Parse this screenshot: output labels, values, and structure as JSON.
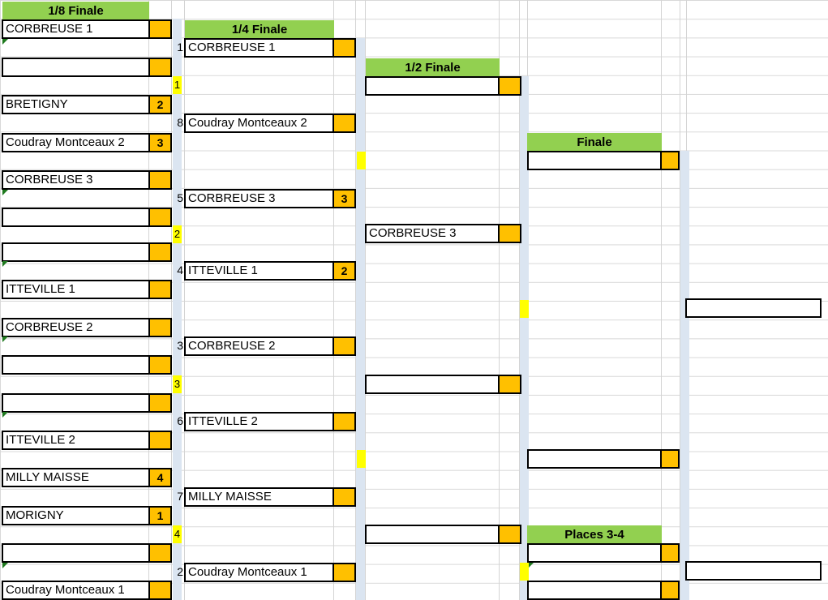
{
  "rounds": {
    "r16": "1/8 Finale",
    "qf": "1/4 Finale",
    "sf": "1/2 Finale",
    "final": "Finale",
    "third": "Places 3-4"
  },
  "r16": [
    {
      "team": "CORBREUSE 1",
      "score": ""
    },
    {
      "team": "",
      "score": ""
    },
    {
      "team": "BRETIGNY",
      "score": "2"
    },
    {
      "team": "Coudray Montceaux  2",
      "score": "3"
    },
    {
      "team": "CORBREUSE 3",
      "score": ""
    },
    {
      "team": "",
      "score": ""
    },
    {
      "team": "",
      "score": ""
    },
    {
      "team": "ITTEVILLE 1",
      "score": ""
    },
    {
      "team": "CORBREUSE 2",
      "score": ""
    },
    {
      "team": "",
      "score": ""
    },
    {
      "team": "",
      "score": ""
    },
    {
      "team": "ITTEVILLE 2",
      "score": ""
    },
    {
      "team": "MILLY MAISSE",
      "score": "4"
    },
    {
      "team": "MORIGNY",
      "score": "1"
    },
    {
      "team": "",
      "score": ""
    },
    {
      "team": "Coudray Montceaux  1",
      "score": ""
    }
  ],
  "qf": [
    {
      "seed": "1",
      "team": "CORBREUSE 1",
      "score": ""
    },
    {
      "seed": "8",
      "team": "Coudray Montceaux  2",
      "score": ""
    },
    {
      "seed": "5",
      "team": "CORBREUSE 3",
      "score": "3"
    },
    {
      "seed": "4",
      "team": "ITTEVILLE 1",
      "score": "2"
    },
    {
      "seed": "3",
      "team": "CORBREUSE 2",
      "score": ""
    },
    {
      "seed": "6",
      "team": "ITTEVILLE 2",
      "score": ""
    },
    {
      "seed": "7",
      "team": "MILLY MAISSE",
      "score": ""
    },
    {
      "seed": "2",
      "team": "Coudray Montceaux  1",
      "score": ""
    }
  ],
  "qf_markers": [
    "1",
    "2",
    "3",
    "4"
  ],
  "sf": [
    {
      "team": "",
      "score": ""
    },
    {
      "team": "CORBREUSE 3",
      "score": ""
    },
    {
      "team": "",
      "score": ""
    },
    {
      "team": "",
      "score": ""
    }
  ],
  "final": [
    {
      "team": "",
      "score": ""
    },
    {
      "team": "",
      "score": ""
    }
  ],
  "third": [
    {
      "team": "",
      "score": ""
    },
    {
      "team": "",
      "score": ""
    }
  ],
  "winners": {
    "champion": "",
    "third_place": ""
  },
  "colors": {
    "header_green": "#92d050",
    "score_orange": "#ffc000",
    "marker_yellow": "#ffff00",
    "connector_blue": "#dbe5f1"
  }
}
